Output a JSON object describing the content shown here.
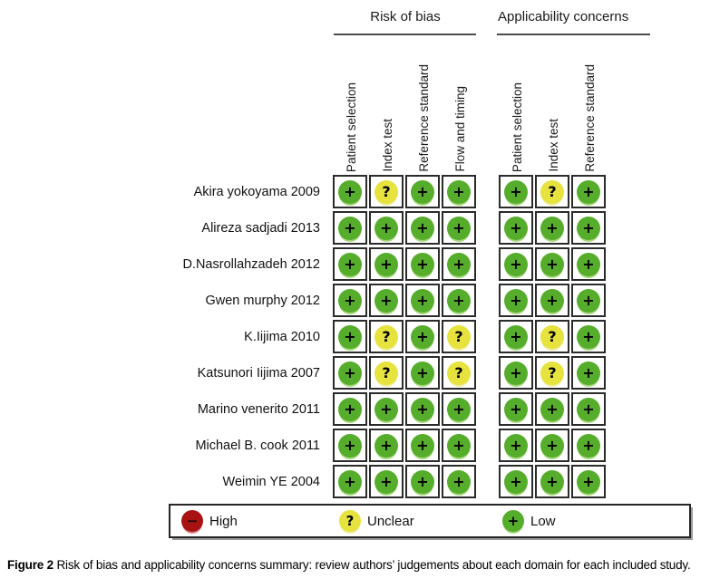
{
  "header": {
    "risk_of_bias": "Risk of bias",
    "applicability": "Applicability concerns"
  },
  "symbols": {
    "low": "+",
    "unclear": "?",
    "high": "−"
  },
  "colors": {
    "low": "#55ad2b",
    "unclear": "#e6e23e",
    "high": "#a81212",
    "cell_border": "#2b2b2b"
  },
  "chart_data": {
    "type": "table",
    "title": "Risk of bias and applicability concerns summary",
    "column_groups": [
      {
        "label": "Risk of bias",
        "columns": [
          "Patient selection",
          "Index test",
          "Reference standard",
          "Flow and timing"
        ]
      },
      {
        "label": "Applicability concerns",
        "columns": [
          "Patient selection",
          "Index test",
          "Reference standard"
        ]
      }
    ],
    "rows": [
      {
        "study": "Akira yokoyama 2009",
        "risk_of_bias": [
          "low",
          "unclear",
          "low",
          "low"
        ],
        "applicability_concerns": [
          "low",
          "unclear",
          "low"
        ]
      },
      {
        "study": "Alireza sadjadi 2013",
        "risk_of_bias": [
          "low",
          "low",
          "low",
          "low"
        ],
        "applicability_concerns": [
          "low",
          "low",
          "low"
        ]
      },
      {
        "study": "D.Nasrollahzadeh 2012",
        "risk_of_bias": [
          "low",
          "low",
          "low",
          "low"
        ],
        "applicability_concerns": [
          "low",
          "low",
          "low"
        ]
      },
      {
        "study": "Gwen murphy 2012",
        "risk_of_bias": [
          "low",
          "low",
          "low",
          "low"
        ],
        "applicability_concerns": [
          "low",
          "low",
          "low"
        ]
      },
      {
        "study": "K.Iijima 2010",
        "risk_of_bias": [
          "low",
          "unclear",
          "low",
          "unclear"
        ],
        "applicability_concerns": [
          "low",
          "unclear",
          "low"
        ]
      },
      {
        "study": "Katsunori Iijima 2007",
        "risk_of_bias": [
          "low",
          "unclear",
          "low",
          "unclear"
        ],
        "applicability_concerns": [
          "low",
          "unclear",
          "low"
        ]
      },
      {
        "study": "Marino venerito 2011",
        "risk_of_bias": [
          "low",
          "low",
          "low",
          "low"
        ],
        "applicability_concerns": [
          "low",
          "low",
          "low"
        ]
      },
      {
        "study": "Michael B. cook 2011",
        "risk_of_bias": [
          "low",
          "low",
          "low",
          "low"
        ],
        "applicability_concerns": [
          "low",
          "low",
          "low"
        ]
      },
      {
        "study": "Weimin YE 2004",
        "risk_of_bias": [
          "low",
          "low",
          "low",
          "low"
        ],
        "applicability_concerns": [
          "low",
          "low",
          "low"
        ]
      }
    ],
    "legend": [
      {
        "label": "High",
        "level": "high",
        "symbol": "−",
        "color": "#a81212"
      },
      {
        "label": "Unclear",
        "level": "unclear",
        "symbol": "?",
        "color": "#e6e23e"
      },
      {
        "label": "Low",
        "level": "low",
        "symbol": "+",
        "color": "#55ad2b"
      }
    ],
    "legend_position": "bottom"
  },
  "caption": {
    "label": "Figure 2",
    "text": "Risk of bias and applicability concerns summary: review authors’ judgements about each domain for each included study."
  }
}
